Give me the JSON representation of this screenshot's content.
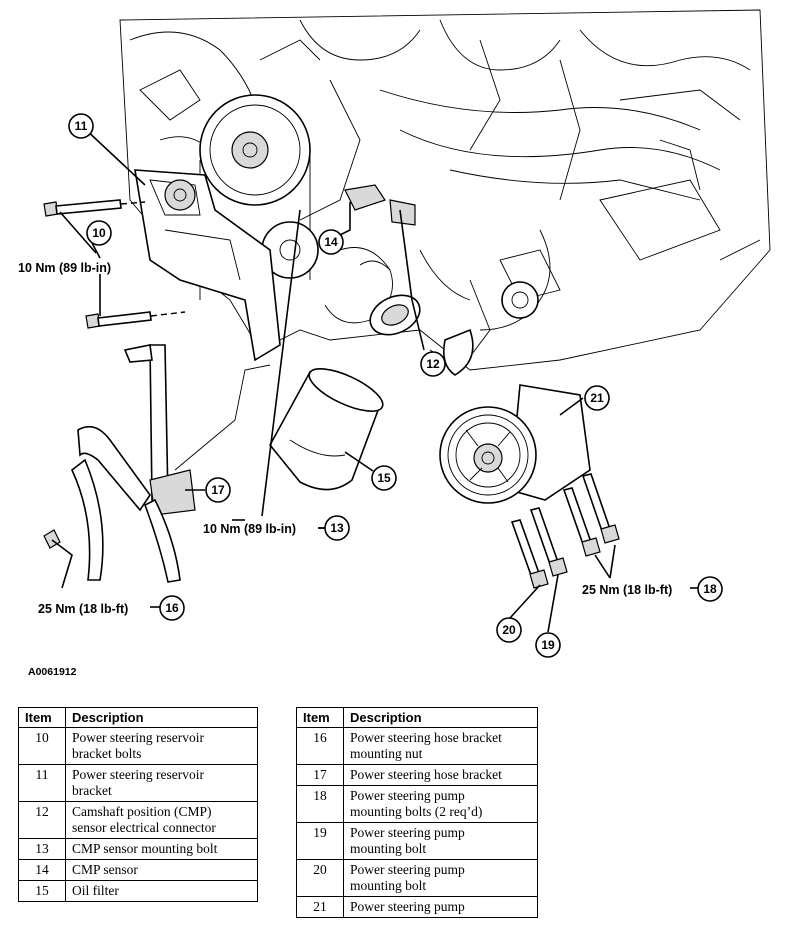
{
  "figure_id": "A0061912",
  "callouts": [
    {
      "num": "10",
      "torque": "10 Nm (89 lb-in)"
    },
    {
      "num": "11"
    },
    {
      "num": "12"
    },
    {
      "num": "13",
      "torque": "10 Nm (89 lb-in)"
    },
    {
      "num": "14"
    },
    {
      "num": "15"
    },
    {
      "num": "16",
      "torque": "25 Nm (18 lb-ft)"
    },
    {
      "num": "17"
    },
    {
      "num": "18",
      "torque": "25 Nm (18 lb-ft)"
    },
    {
      "num": "19"
    },
    {
      "num": "20"
    },
    {
      "num": "21"
    }
  ],
  "legend": {
    "header_item": "Item",
    "header_description": "Description",
    "left": [
      {
        "item": "10",
        "line1": "Power steering reservoir",
        "line2": "bracket bolts"
      },
      {
        "item": "11",
        "line1": "Power steering reservoir",
        "line2": "bracket"
      },
      {
        "item": "12",
        "line1": "Camshaft position (CMP)",
        "line2": "sensor electrical connector"
      },
      {
        "item": "13",
        "line1": "CMP sensor mounting bolt",
        "line2": ""
      },
      {
        "item": "14",
        "line1": "CMP sensor",
        "line2": ""
      },
      {
        "item": "15",
        "line1": "Oil filter",
        "line2": ""
      }
    ],
    "right": [
      {
        "item": "16",
        "line1": "Power steering hose bracket",
        "line2": "mounting nut"
      },
      {
        "item": "17",
        "line1": "Power steering hose bracket",
        "line2": ""
      },
      {
        "item": "18",
        "line1": "Power steering pump",
        "line2": "mounting bolts (2 req’d)"
      },
      {
        "item": "19",
        "line1": "Power steering pump",
        "line2": "mounting bolt"
      },
      {
        "item": "20",
        "line1": "Power steering pump",
        "line2": "mounting bolt"
      },
      {
        "item": "21",
        "line1": "Power steering pump",
        "line2": ""
      }
    ]
  }
}
